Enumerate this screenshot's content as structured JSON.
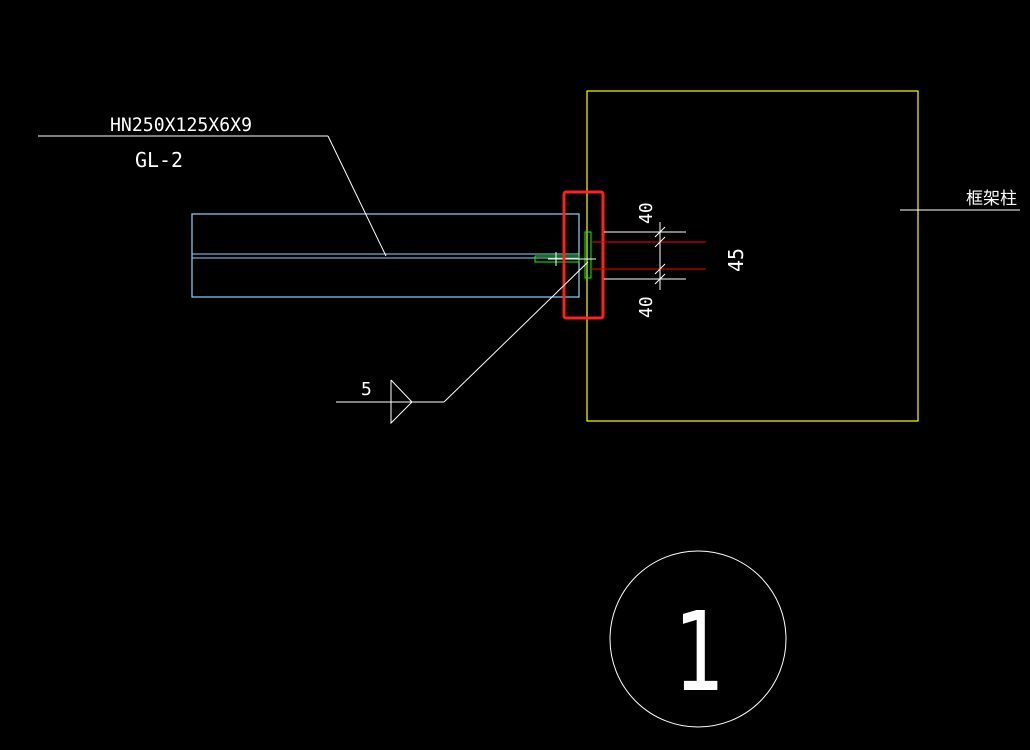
{
  "drawing": {
    "beam_section_label": "HN250X125X6X9",
    "beam_mark": "GL-2",
    "column_label": "框架柱",
    "weld_size": "5",
    "dim_top": "40",
    "dim_middle": "45",
    "dim_bottom": "40",
    "detail_number": "1"
  },
  "colors": {
    "background": "#000000",
    "column": "#ffff00",
    "beam": "#8fd3ff",
    "plate": "#00ff00",
    "bolt_line": "#ff0000",
    "highlight": "#ff2020",
    "line": "#ffffff"
  }
}
